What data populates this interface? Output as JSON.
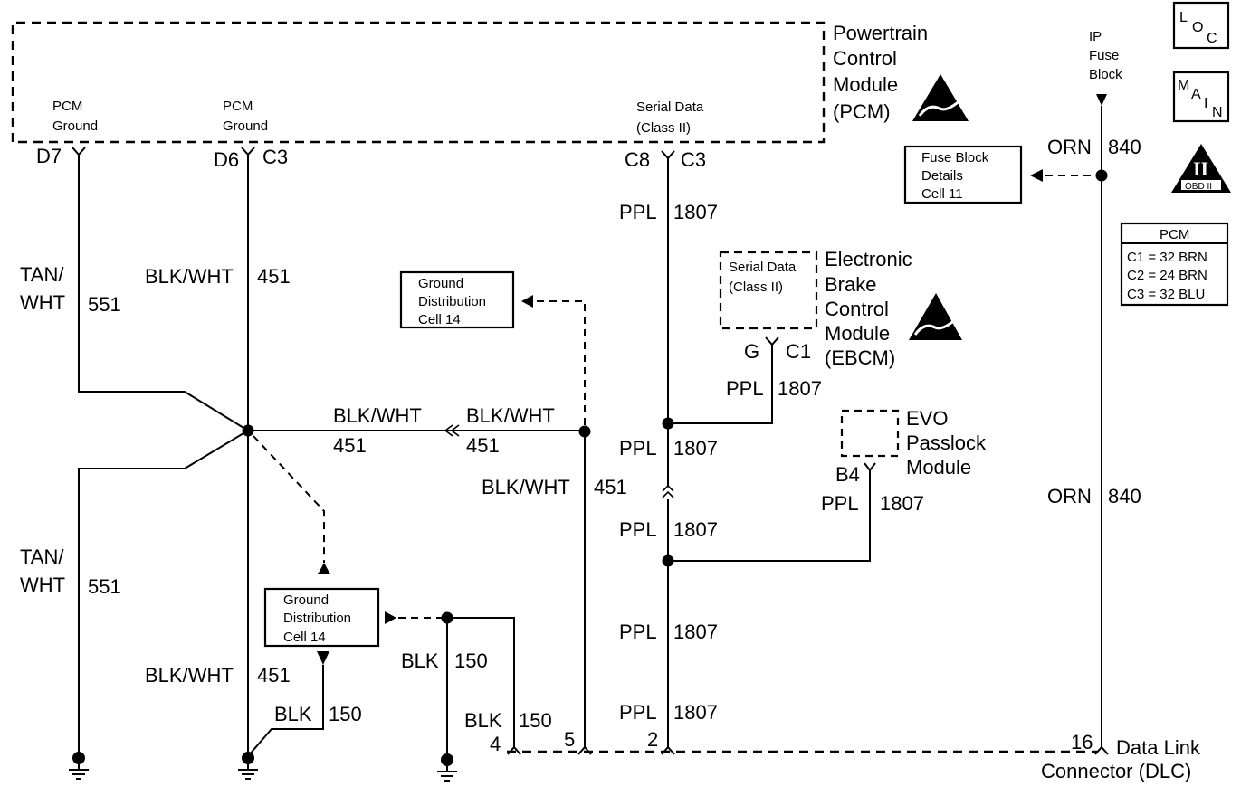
{
  "pcm": {
    "name_lines": [
      "Powertrain",
      "Control",
      "Module",
      "(PCM)"
    ],
    "pin_d7_label": [
      "PCM",
      "Ground"
    ],
    "pin_d6_label": [
      "PCM",
      "Ground"
    ],
    "serial_label": [
      "Serial Data",
      "(Class II)"
    ],
    "pin_d7": "D7",
    "pin_d6": "D6",
    "pin_d6_conn": "C3",
    "pin_c8": "C8",
    "pin_c8_conn": "C3"
  },
  "ip_fuse_block": {
    "name_lines": [
      "IP",
      "Fuse",
      "Block"
    ],
    "wire_color": "ORN",
    "circuit": "840"
  },
  "fuse_block_ref": [
    "Fuse Block",
    "Details",
    "Cell 11"
  ],
  "ground_ref_top": [
    "Ground",
    "Distribution",
    "Cell 14"
  ],
  "ground_ref_bottom": [
    "Ground",
    "Distribution",
    "Cell 14"
  ],
  "ebcm": {
    "name_lines": [
      "Electronic",
      "Brake",
      "Control",
      "Module",
      "(EBCM)"
    ],
    "serial_label": [
      "Serial Data",
      "(Class II)"
    ],
    "pin": "G",
    "conn": "C1"
  },
  "evo": {
    "name_lines": [
      "EVO",
      "Passlock",
      "Module"
    ],
    "pin": "B4"
  },
  "dlc": {
    "name_lines": [
      "Data Link",
      "Connector (DLC)"
    ],
    "pin_4": "4",
    "pin_5": "5",
    "pin_2": "2",
    "pin_16": "16"
  },
  "legend": {
    "loc": [
      "L",
      "O",
      "C"
    ],
    "main": [
      "M",
      "A",
      "I",
      "N"
    ],
    "obd": [
      "II",
      "OBD II"
    ],
    "pcm_table": {
      "title": "PCM",
      "rows": [
        "C1 = 32 BRN",
        "C2 = 24 BRN",
        "C3 = 32 BLU"
      ]
    }
  },
  "wires": {
    "tan_wht_551_upper": [
      "TAN/",
      "WHT",
      "551"
    ],
    "tan_wht_551_lower": [
      "TAN/",
      "WHT",
      "551"
    ],
    "blk_wht_451_upper": [
      "BLK/WHT",
      "451"
    ],
    "blk_wht_451_mid_left": [
      "BLK/WHT",
      "451"
    ],
    "blk_wht_451_mid_right": [
      "BLK/WHT",
      "451"
    ],
    "blk_wht_451_vertical": [
      "BLK/WHT",
      "451"
    ],
    "blk_wht_451_lower": [
      "BLK/WHT",
      "451"
    ],
    "blk_150_a": [
      "BLK",
      "150"
    ],
    "blk_150_b": [
      "BLK",
      "150"
    ],
    "blk_150_c": [
      "BLK",
      "150"
    ],
    "ppl_1807_a": [
      "PPL",
      "1807"
    ],
    "ppl_1807_ebcm": [
      "PPL",
      "1807"
    ],
    "ppl_1807_b": [
      "PPL",
      "1807"
    ],
    "ppl_1807_c": [
      "PPL",
      "1807"
    ],
    "ppl_1807_evo": [
      "PPL",
      "1807"
    ],
    "ppl_1807_d": [
      "PPL",
      "1807"
    ],
    "ppl_1807_e": [
      "PPL",
      "1807"
    ],
    "orn_840_lower": [
      "ORN",
      "840"
    ]
  }
}
